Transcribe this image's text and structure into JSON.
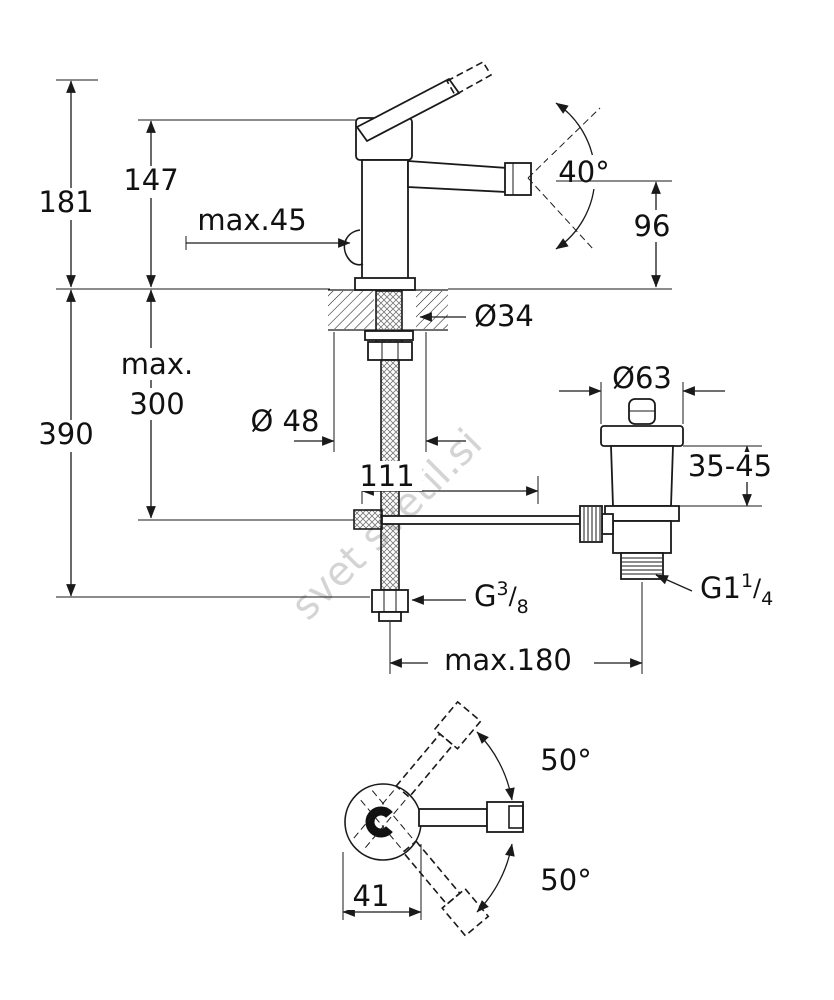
{
  "watermark": "svet svetil.si",
  "colors": {
    "line": "#1a1a1a",
    "watermark": "#b9b9b9"
  },
  "labels": {
    "h181": "181",
    "h147": "147",
    "max45": "max.45",
    "angle40": "40°",
    "h96": "96",
    "h390": "390",
    "max300_1": "max.",
    "max300_2": "300",
    "dia34": "Ø34",
    "dia48": "Ø 48",
    "d111": "111",
    "dia63": "Ø63",
    "depth3545": "35-45",
    "g38_prefix": "G",
    "g38_num": "3",
    "g38_slash": "/",
    "g38_den": "8",
    "g114_prefix": "G1",
    "g114_num": "1",
    "g114_slash": "/",
    "g114_den": "4",
    "max180": "max.180",
    "angle50_top": "50°",
    "angle50_bottom": "50°",
    "w41": "41"
  }
}
